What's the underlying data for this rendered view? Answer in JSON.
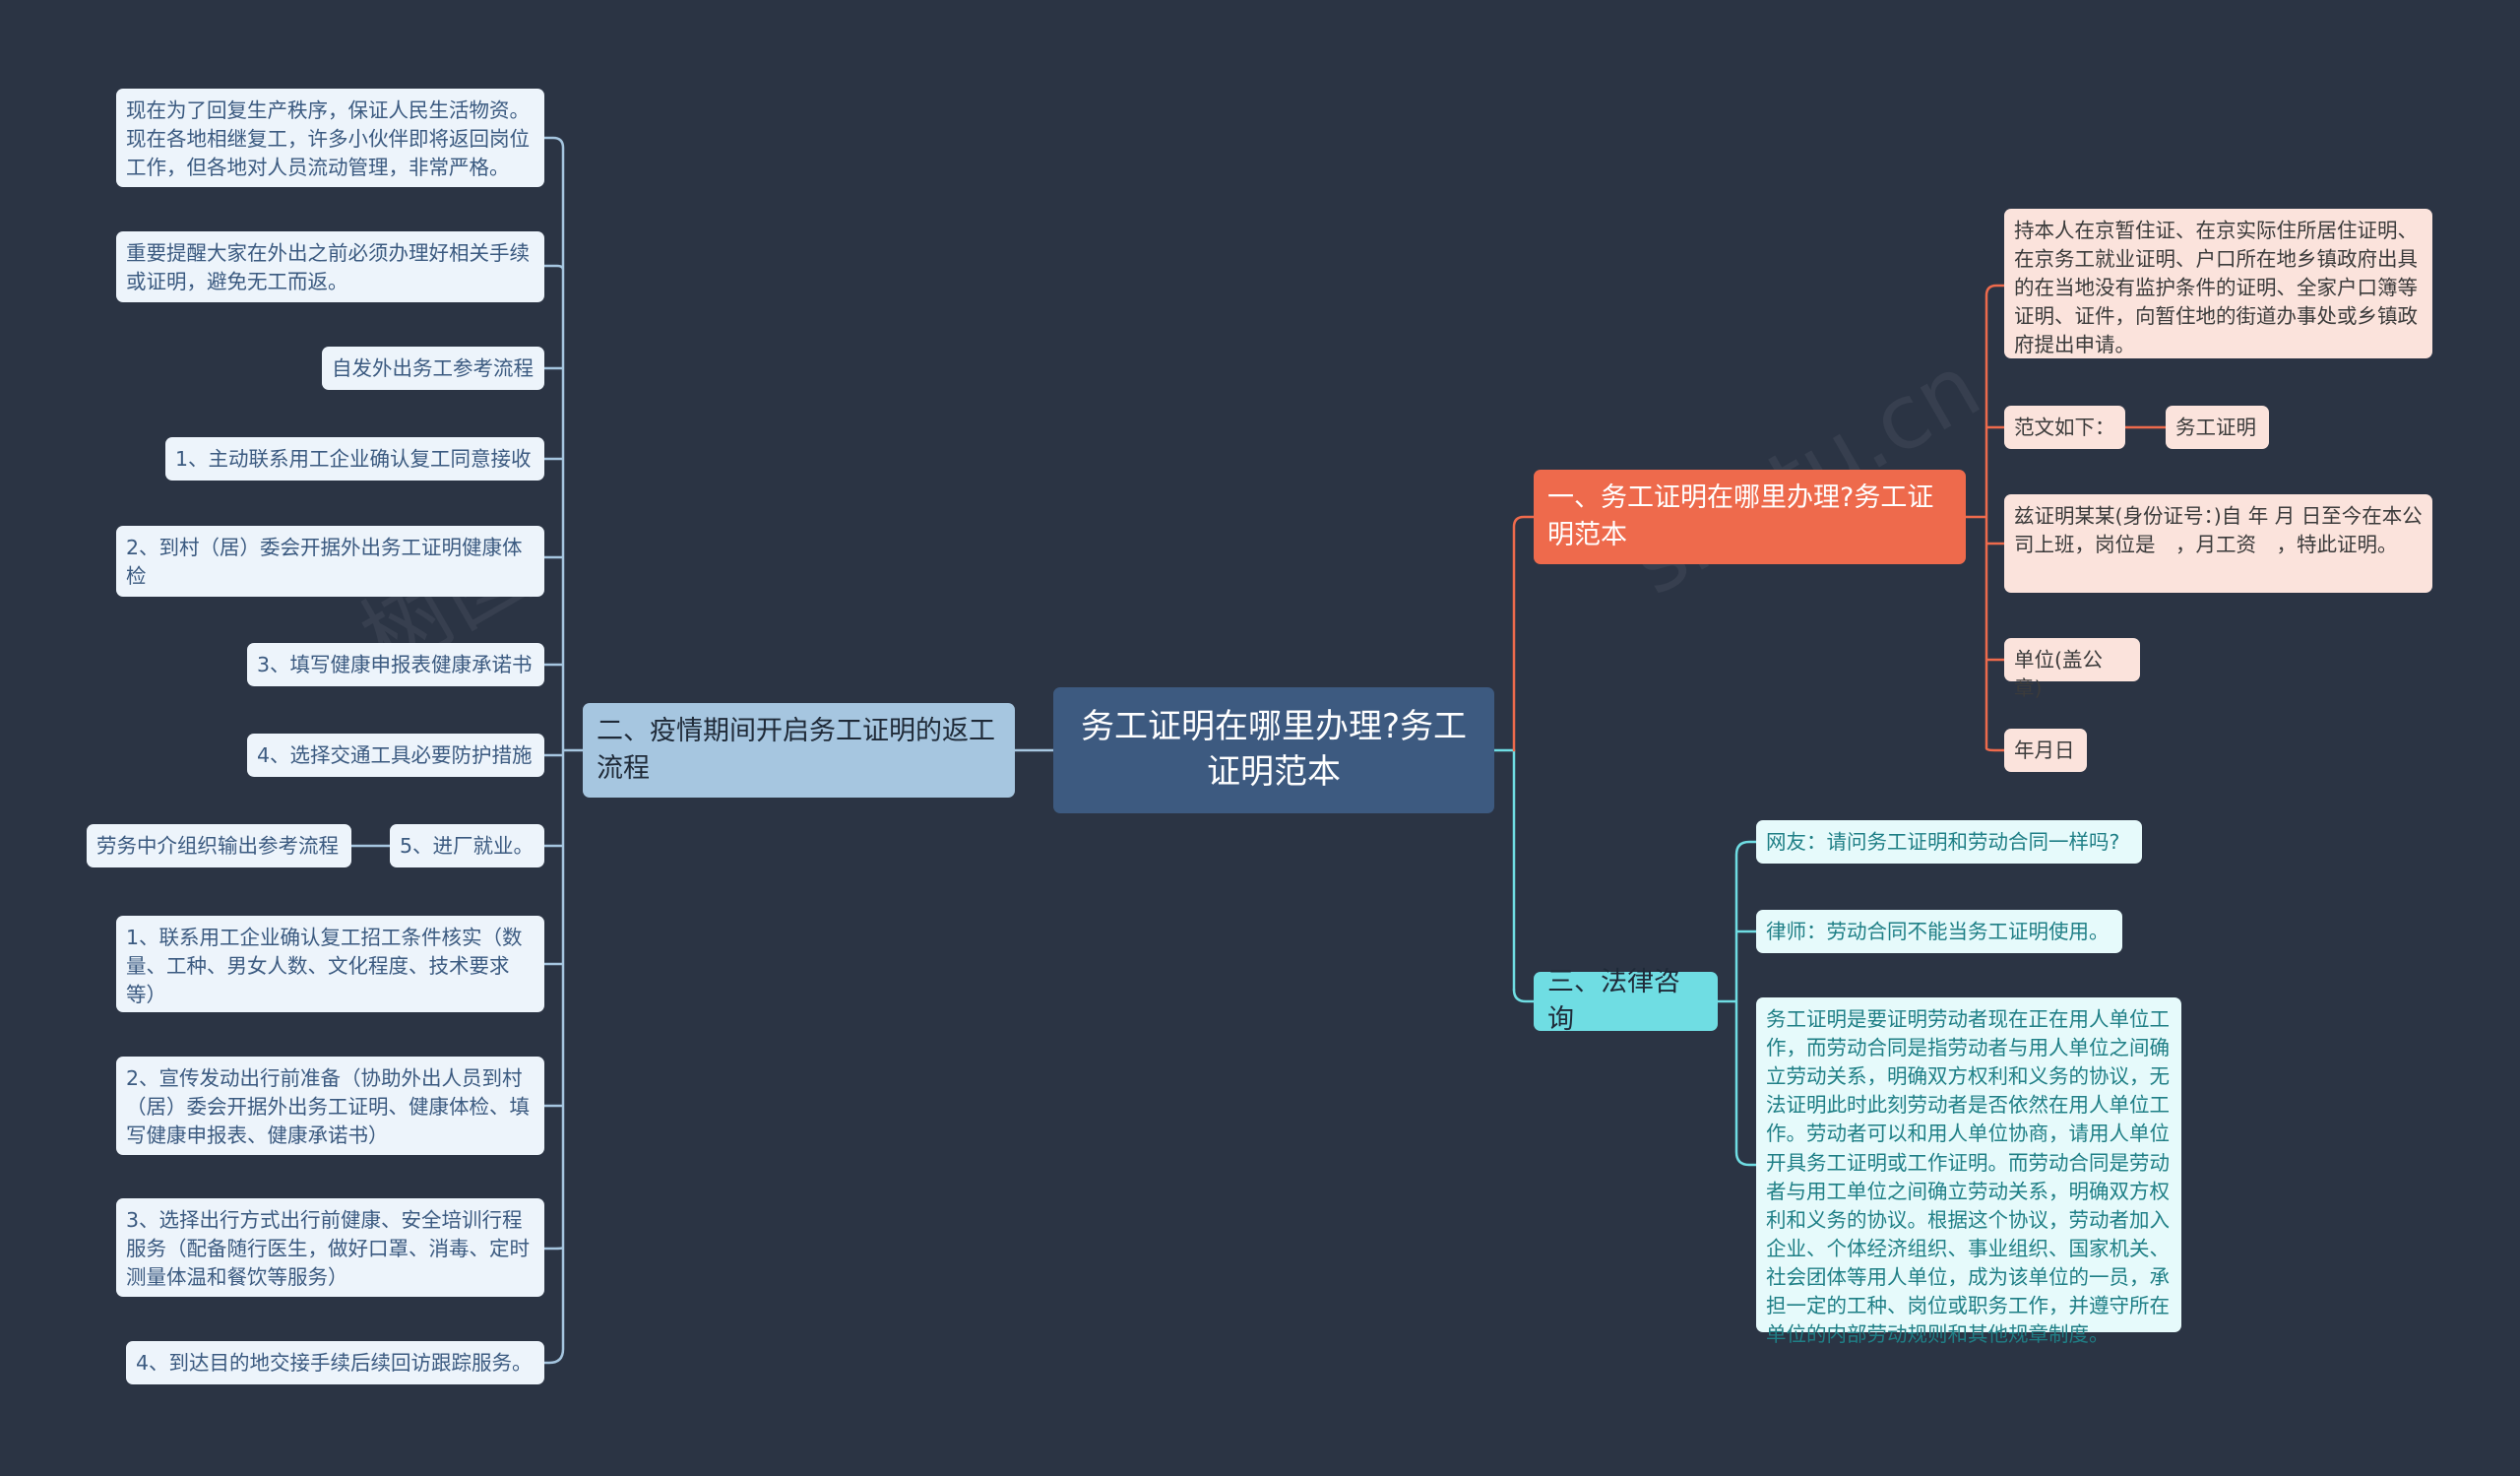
{
  "root": {
    "label": "务工证明在哪里办理?务工证明范本"
  },
  "left_branch": {
    "label": "二、疫情期间开启务工证明的返工流程",
    "items": [
      "现在为了回复生产秩序，保证人民生活物资。现在各地相继复工，许多小伙伴即将返回岗位工作，但各地对人员流动管理，非常严格。",
      "重要提醒大家在外出之前必须办理好相关手续或证明，避免无工而返。",
      "自发外出务工参考流程",
      "1、主动联系用工企业确认复工同意接收",
      "2、到村（居）委会开据外出务工证明健康体检",
      "3、填写健康申报表健康承诺书",
      "4、选择交通工具必要防护措施",
      "5、进厂就业。",
      "1、联系用工企业确认复工招工条件核实（数量、工种、男女人数、文化程度、技术要求等）",
      "2、宣传发动出行前准备（协助外出人员到村（居）委会开据外出务工证明、健康体检、填写健康申报表、健康承诺书）",
      "3、选择出行方式出行前健康、安全培训行程服务（配备随行医生，做好口罩、消毒、定时测量体温和餐饮等服务）",
      "4、到达目的地交接手续后续回访跟踪服务。"
    ],
    "sub_item": "劳务中介组织输出参考流程"
  },
  "right_branch_1": {
    "label": "一、务工证明在哪里办理?务工证明范本",
    "items": [
      "持本人在京暂住证、在京实际住所居住证明、在京务工就业证明、户口所在地乡镇政府出具的在当地没有监护条件的证明、全家户口簿等证明、证件，向暂住地的街道办事处或乡镇政府提出申请。",
      "范文如下：",
      "兹证明某某(身份证号：)自 年 月 日至今在本公司上班，岗位是　，月工资　，特此证明。",
      "单位(盖公章)",
      "年月日"
    ],
    "sub_item": "务工证明"
  },
  "right_branch_2": {
    "label": "三、法律咨询",
    "items": [
      "网友：请问务工证明和劳动合同一样吗?",
      "律师：劳动合同不能当务工证明使用。",
      "务工证明是要证明劳动者现在正在用人单位工作，而劳动合同是指劳动者与用人单位之间确立劳动关系，明确双方权利和义务的协议，无法证明此时此刻劳动者是否依然在用人单位工作。劳动者可以和用人单位协商，请用人单位开具务工证明或工作证明。而劳动合同是劳动者与用工单位之间确立劳动关系，明确双方权利和义务的协议。根据这个协议，劳动者加入企业、个体经济组织、事业组织、国家机关、社会团体等用人单位，成为该单位的一员，承担一定的工种、岗位或职务工作，并遵守所在单位的内部劳动规则和其他规章制度。"
    ]
  },
  "colors": {
    "background": "#2b3444",
    "root": "#3d5a80",
    "left": "#a6c6e0",
    "red": "#ee6a4c",
    "cyan": "#6fdde3"
  }
}
